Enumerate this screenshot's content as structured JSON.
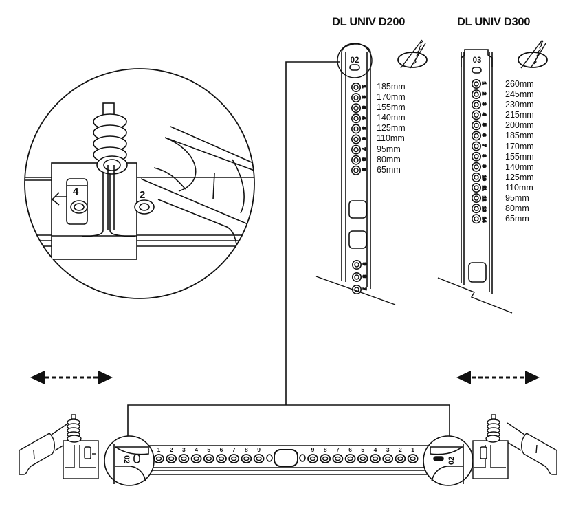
{
  "figure": {
    "type": "assembly-instruction-diagram",
    "colors": {
      "ink": "#111111",
      "background": "#ffffff"
    }
  },
  "models": [
    {
      "title": "DL UNIV D200",
      "profile_code": "02",
      "cut_icon": "saw-cut-icon",
      "hole_count": 9,
      "positions": [
        {
          "hole": 1,
          "length": "185mm"
        },
        {
          "hole": 2,
          "length": "170mm"
        },
        {
          "hole": 3,
          "length": "155mm"
        },
        {
          "hole": 4,
          "length": "140mm"
        },
        {
          "hole": 5,
          "length": "125mm"
        },
        {
          "hole": 6,
          "length": "110mm"
        },
        {
          "hole": 7,
          "length": "95mm"
        },
        {
          "hole": 8,
          "length": "80mm"
        },
        {
          "hole": 9,
          "length": "65mm"
        }
      ],
      "lower_hole_labels": [
        "9",
        "8",
        "7"
      ]
    },
    {
      "title": "DL UNIV D300",
      "profile_code": "03",
      "cut_icon": "saw-cut-icon",
      "hole_count": 14,
      "positions": [
        {
          "hole": 1,
          "length": "260mm"
        },
        {
          "hole": 2,
          "length": "245mm"
        },
        {
          "hole": 3,
          "length": "230mm"
        },
        {
          "hole": 4,
          "length": "215mm"
        },
        {
          "hole": 5,
          "length": "200mm"
        },
        {
          "hole": 6,
          "length": "185mm"
        },
        {
          "hole": 7,
          "length": "170mm"
        },
        {
          "hole": 8,
          "length": "155mm"
        },
        {
          "hole": 9,
          "length": "140mm"
        },
        {
          "hole": 10,
          "length": "125mm"
        },
        {
          "hole": 11,
          "length": "110mm"
        },
        {
          "hole": 12,
          "length": "95mm"
        },
        {
          "hole": 13,
          "length": "80mm"
        },
        {
          "hole": 14,
          "length": "65mm"
        }
      ]
    }
  ],
  "detail_callout": {
    "slot_label": "4",
    "hole_label": "2"
  },
  "bar": {
    "end_code": "02",
    "left_hole_labels": [
      "1",
      "2",
      "3",
      "4",
      "5",
      "6",
      "7",
      "8",
      "9"
    ],
    "right_hole_labels": [
      "9",
      "8",
      "7",
      "6",
      "5",
      "4",
      "3",
      "2",
      "1"
    ]
  },
  "arrows": [
    {
      "name": "left-adjust-arrow",
      "direction": "bidirectional-horizontal",
      "style": "dashed"
    },
    {
      "name": "right-adjust-arrow",
      "direction": "bidirectional-horizontal",
      "style": "dashed"
    }
  ]
}
